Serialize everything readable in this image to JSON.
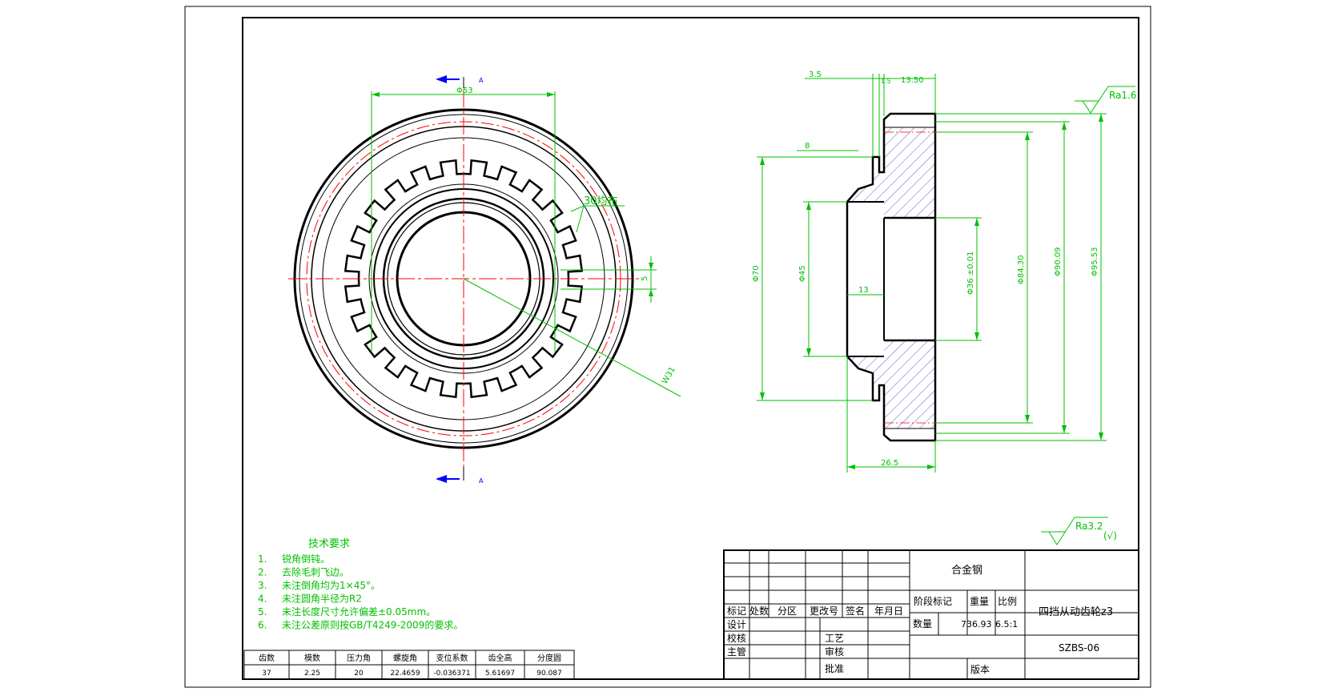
{
  "colors": {
    "outline": "#000000",
    "dimension": "#00c000",
    "center": "#ff0000",
    "arrow": "#0000ff",
    "hatch": "#3333cc"
  },
  "front_view": {
    "diameter_top": "Φ53",
    "section_mark": "A",
    "spline_note": "30均布",
    "keyway_width": "5",
    "radius_label": "W31"
  },
  "side_view": {
    "dim_top_left": "3.5",
    "dim_top_mid": "1.5",
    "dim_top_right": "13.50",
    "dim_8": "8",
    "dim_phi70": "Φ70",
    "dim_phi45": "Φ45",
    "dim_13": "13",
    "dim_phi36": "Φ36 ±0.01",
    "dim_phi84": "Φ84.30",
    "dim_phi90": "Φ90.09",
    "dim_phi95": "Φ95.53",
    "dim_26": "26.5",
    "roughness_top": "Ra1.6",
    "roughness_general": "Ra3.2",
    "roughness_other": "(√)"
  },
  "tech_requirements": {
    "title": "技术要求",
    "items": [
      {
        "num": "1.",
        "text": "锐角倒钝。"
      },
      {
        "num": "2.",
        "text": "去除毛刺飞边。"
      },
      {
        "num": "3.",
        "text": "未注倒角均为1×45°。"
      },
      {
        "num": "4.",
        "text": "未注圆角半径为R2"
      },
      {
        "num": "5.",
        "text": "未注长度尺寸允许偏差±0.05mm。"
      },
      {
        "num": "6.",
        "text": "未注公差原则按GB/T4249-2009的要求。"
      }
    ]
  },
  "gear_table": {
    "headers": [
      "齿数",
      "模数",
      "压力角",
      "螺旋角",
      "变位系数",
      "齿全高",
      "分度圆"
    ],
    "values": [
      "37",
      "2.25",
      "20",
      "22.4659",
      "-0.036371",
      "5.61697",
      "90.087"
    ]
  },
  "title_block": {
    "material": "合金钢",
    "part_name": "四挡从动齿轮z3",
    "drawing_no": "SZBS-06",
    "rev_headers": [
      "标记",
      "处数",
      "分区",
      "更改号",
      "签名",
      "年月日"
    ],
    "design": "设计",
    "check": "校核",
    "supervise": "主管",
    "process": "工艺",
    "review": "审核",
    "approve": "批准",
    "stage_mark": "阶段标记",
    "weight": "重量",
    "scale": "比例",
    "quantity": "数量",
    "weight_value": "736.93",
    "scale_value": "6.5:1",
    "version": "版本"
  }
}
